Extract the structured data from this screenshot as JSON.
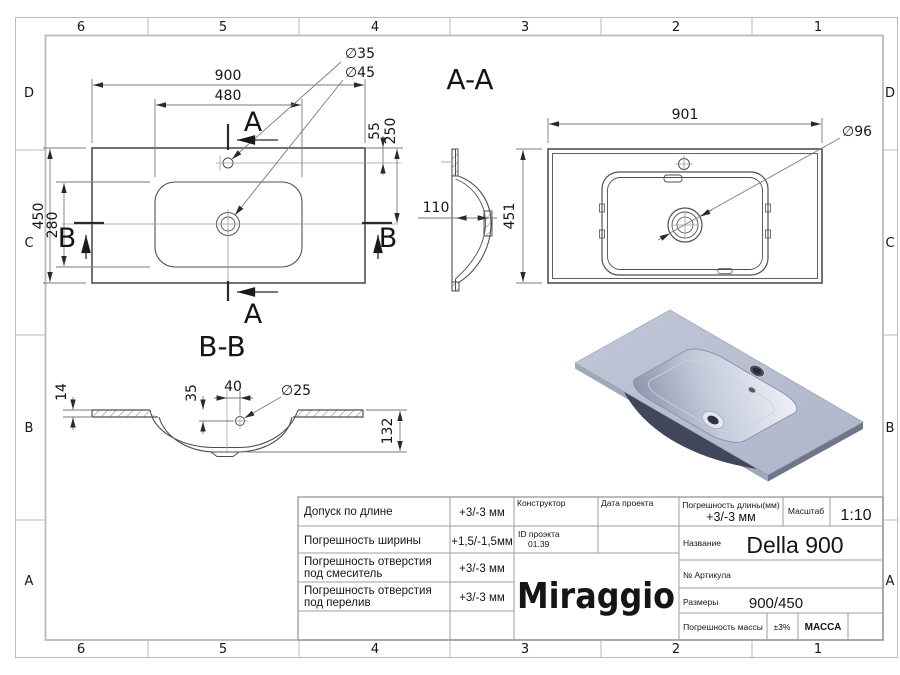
{
  "frame": {
    "columns": [
      "6",
      "5",
      "4",
      "3",
      "2",
      "1"
    ],
    "rows": [
      "D",
      "C",
      "B",
      "A"
    ]
  },
  "plan_view": {
    "dim_width": "900",
    "dim_basin_width": "480",
    "dim_height": "450",
    "dim_basin_height": "280",
    "dim_faucet_offset": "55",
    "dim_drain_offset": "250",
    "dia_faucet_hole": "∅35",
    "dia_drain_hole": "∅45",
    "section_marker_a": "A",
    "section_marker_b": "B"
  },
  "section_aa": {
    "title": "A-A",
    "dim_width": "901",
    "dim_height": "451",
    "dim_bowl_depth_side": "110",
    "dia_drain_recess": "∅96"
  },
  "section_bb": {
    "title": "B-B",
    "dim_top_thickness": "14",
    "dim_overflow_depth": "35",
    "dim_overflow_offset": "40",
    "dia_overflow_hole": "∅25",
    "dim_bowl_depth": "132"
  },
  "title_block": {
    "tolerance_rows": [
      {
        "line1": "Допуск по длине",
        "line2": "",
        "value": "+3/-3 мм"
      },
      {
        "line1": "Погрешность ширины",
        "line2": "",
        "value": "+1,5/-1,5мм"
      },
      {
        "line1": "Погрешность отверстия",
        "line2": "под смеситель",
        "value": "+3/-3 мм"
      },
      {
        "line1": "Погрешность отверстия",
        "line2": "под перелив",
        "value": "+3/-3 мм"
      }
    ],
    "constructor_label": "Конструктор",
    "project_id_label": "ID проэкта",
    "project_id_value": "01.39",
    "date_label": "Дата проекта",
    "logo": "Miraggio",
    "length_tolerance_label": "Погрешность длины(мм)",
    "length_tolerance_value": "+3/-3 мм",
    "scale_label": "Масштаб",
    "scale_value": "1:10",
    "name_label": "Название",
    "name_value": "Della 900",
    "article_label": "№ Артикула",
    "dimensions_label": "Размеры",
    "dimensions_value": "900/450",
    "mass_tolerance_label": "Погрешность массы",
    "mass_tolerance_value": "±3%",
    "mass_label": "МАССА"
  }
}
